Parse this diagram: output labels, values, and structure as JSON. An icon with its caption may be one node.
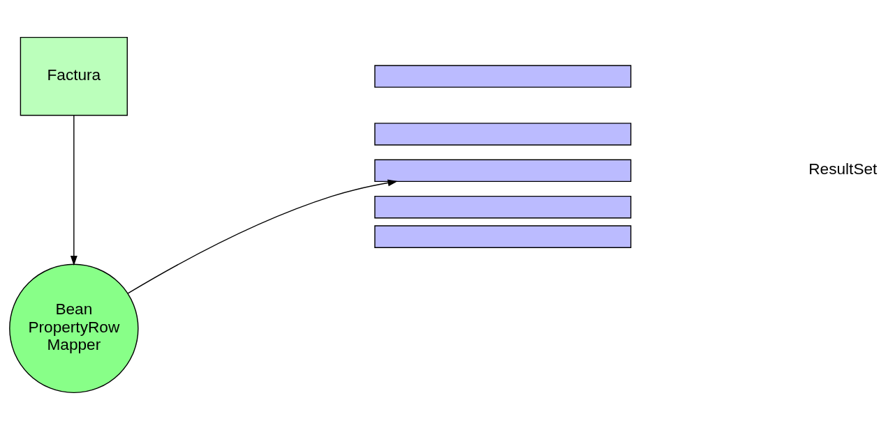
{
  "diagram": {
    "nodes": [
      {
        "text": [
          "Factura"
        ]
      },
      {
        "text": [
          "Bean PropertyRow Mapper"
        ]
      },
      {
        "text": [],
        "shape": "bar"
      },
      {
        "text": [],
        "shape": "bar"
      },
      {
        "text": [],
        "shape": "bar"
      },
      {
        "text": [],
        "shape": "bar"
      },
      {
        "text": [],
        "shape": "bar"
      }
    ],
    "edges": [
      {
        "from": 0,
        "to": 1,
        "arrow": "to"
      },
      {
        "from": 1,
        "to": 4,
        "arrow": "to"
      }
    ],
    "labels": [
      "ResultSet"
    ]
  }
}
